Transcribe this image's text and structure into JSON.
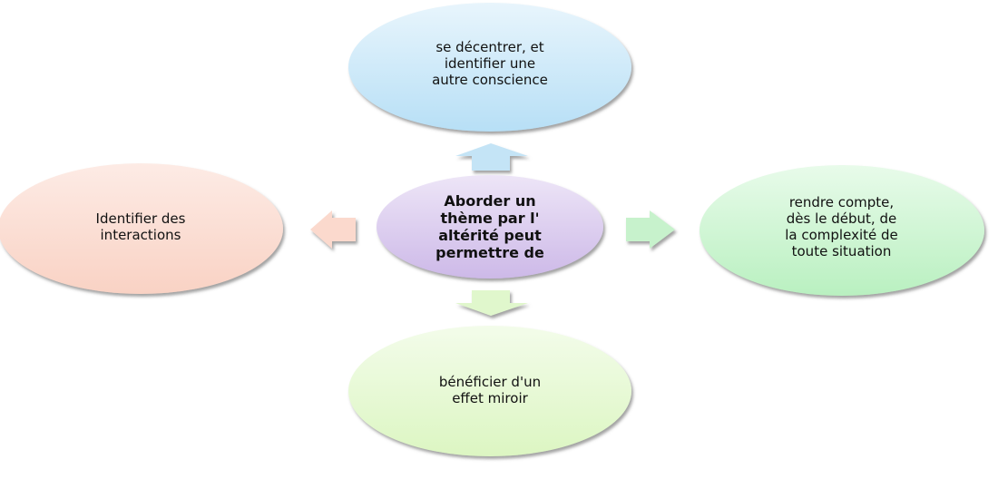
{
  "center": {
    "text": "Aborder un\nthème par l'\naltérité peut\npermettre de",
    "color": "#d9c9ee"
  },
  "nodes": {
    "top": {
      "text": "se décentrer, et\nidentifier une\nautre conscience",
      "color": "#bfe3f7"
    },
    "right": {
      "text": "rendre compte,\ndès le début, de\nla complexité de\ntoute situation",
      "color": "#c2f2c8"
    },
    "bottom": {
      "text": "bénéficier d'un\neffet miroir",
      "color": "#e2f8cc"
    },
    "left": {
      "text": "Identifier des\ninteractions",
      "color": "#fbd7cb"
    }
  }
}
